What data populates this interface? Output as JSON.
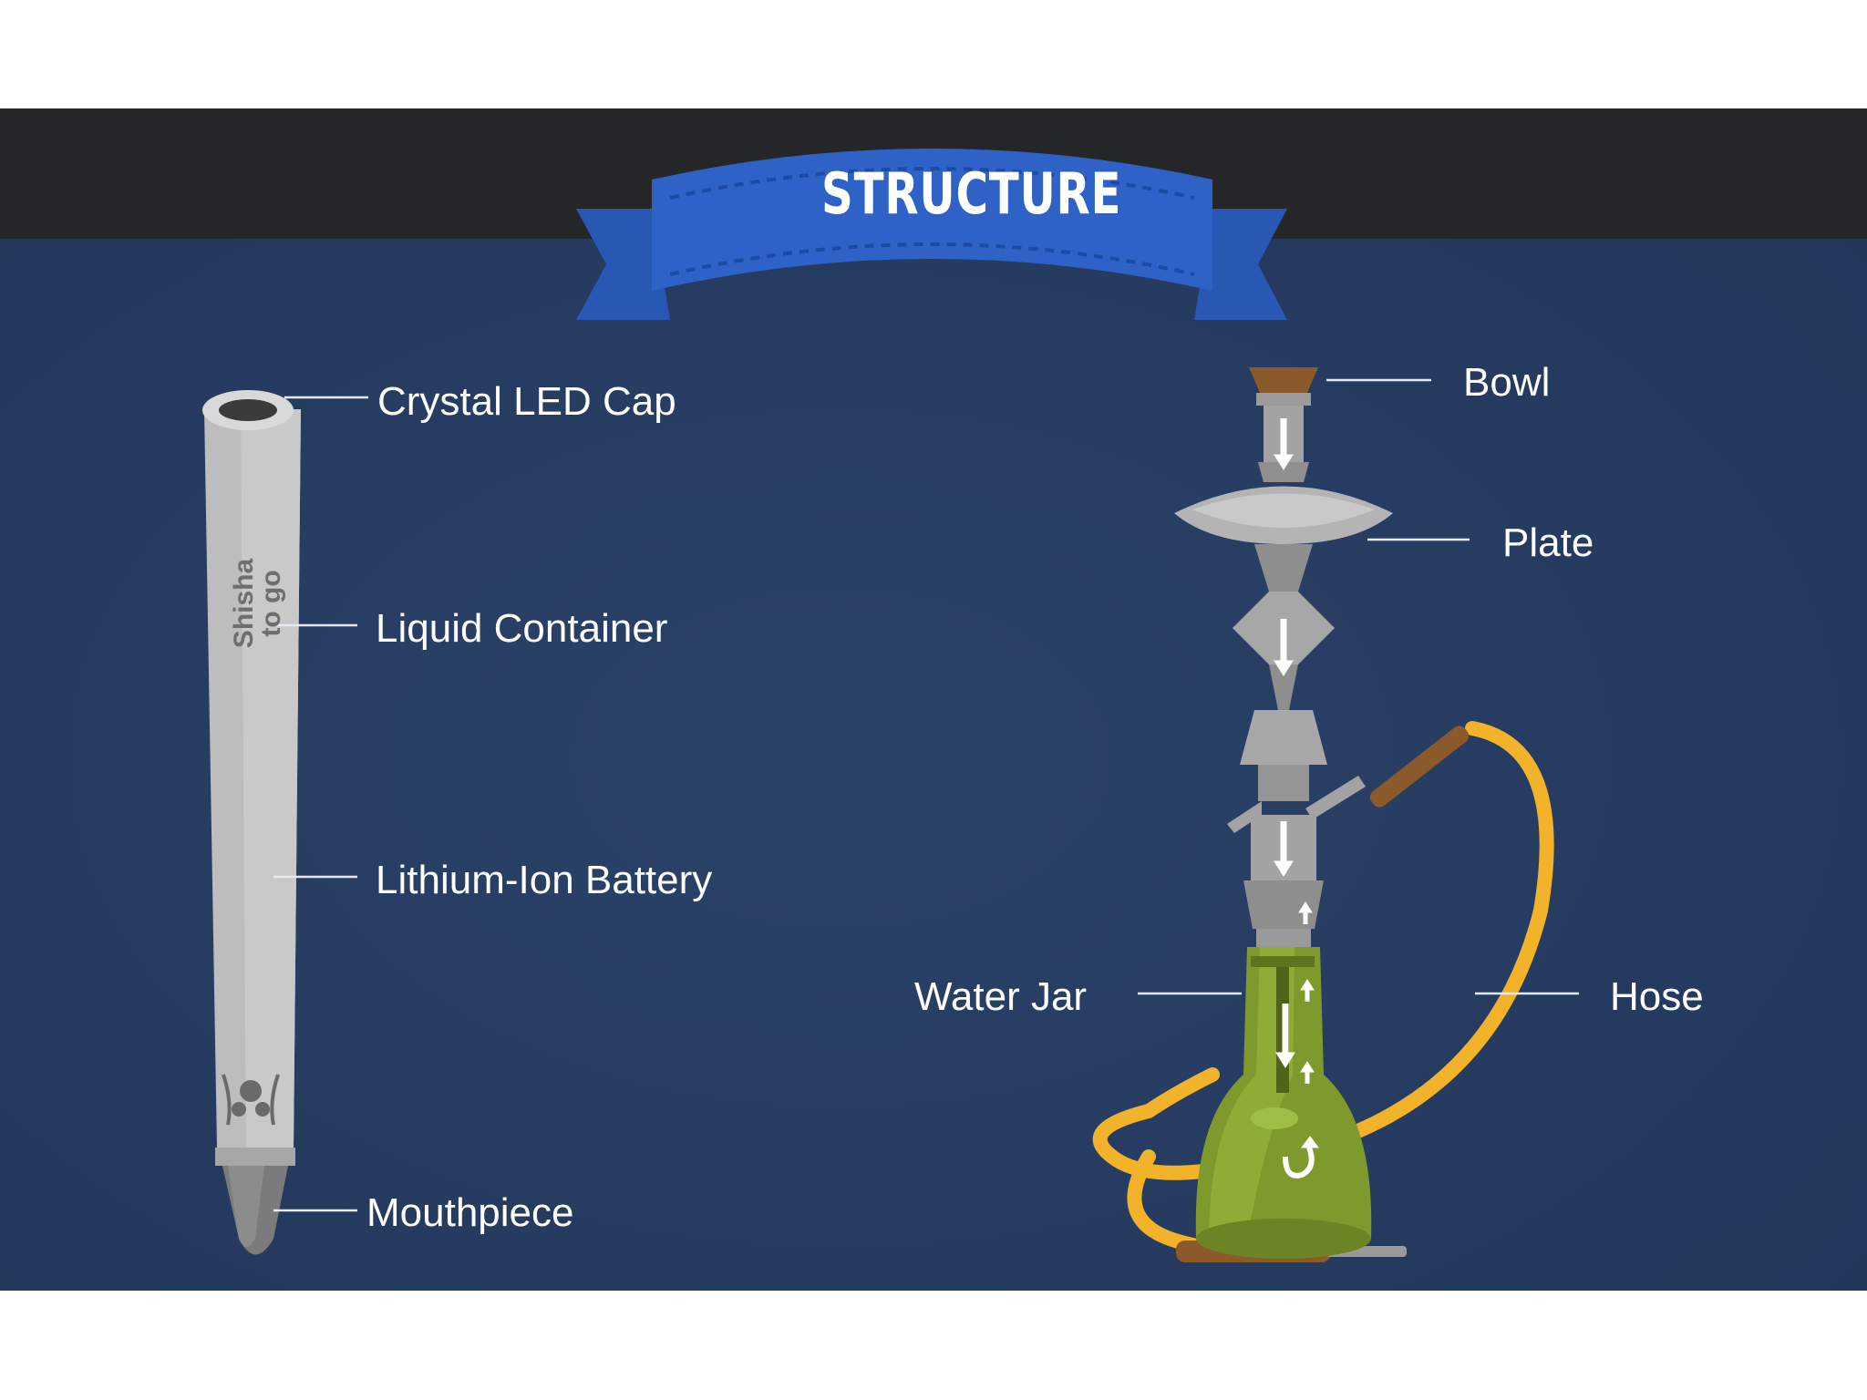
{
  "banner": {
    "title": "STRUCTURE"
  },
  "pen": {
    "brand_line1": "Shisha",
    "brand_line2": "to go",
    "labels": {
      "cap": "Crystal LED Cap",
      "container": "Liquid Container",
      "battery": "Lithium-Ion Battery",
      "mouthpiece": "Mouthpiece"
    }
  },
  "hookah": {
    "labels": {
      "bowl": "Bowl",
      "plate": "Plate",
      "water_jar": "Water Jar",
      "hose": "Hose"
    }
  },
  "colors": {
    "background": "#263c61",
    "top_bar": "#252628",
    "banner": "#2f62c6",
    "pen_body": "#bdbdbd",
    "jar": "#7e9a2c",
    "hose": "#f2b229",
    "bowl": "#8a5a2a"
  }
}
